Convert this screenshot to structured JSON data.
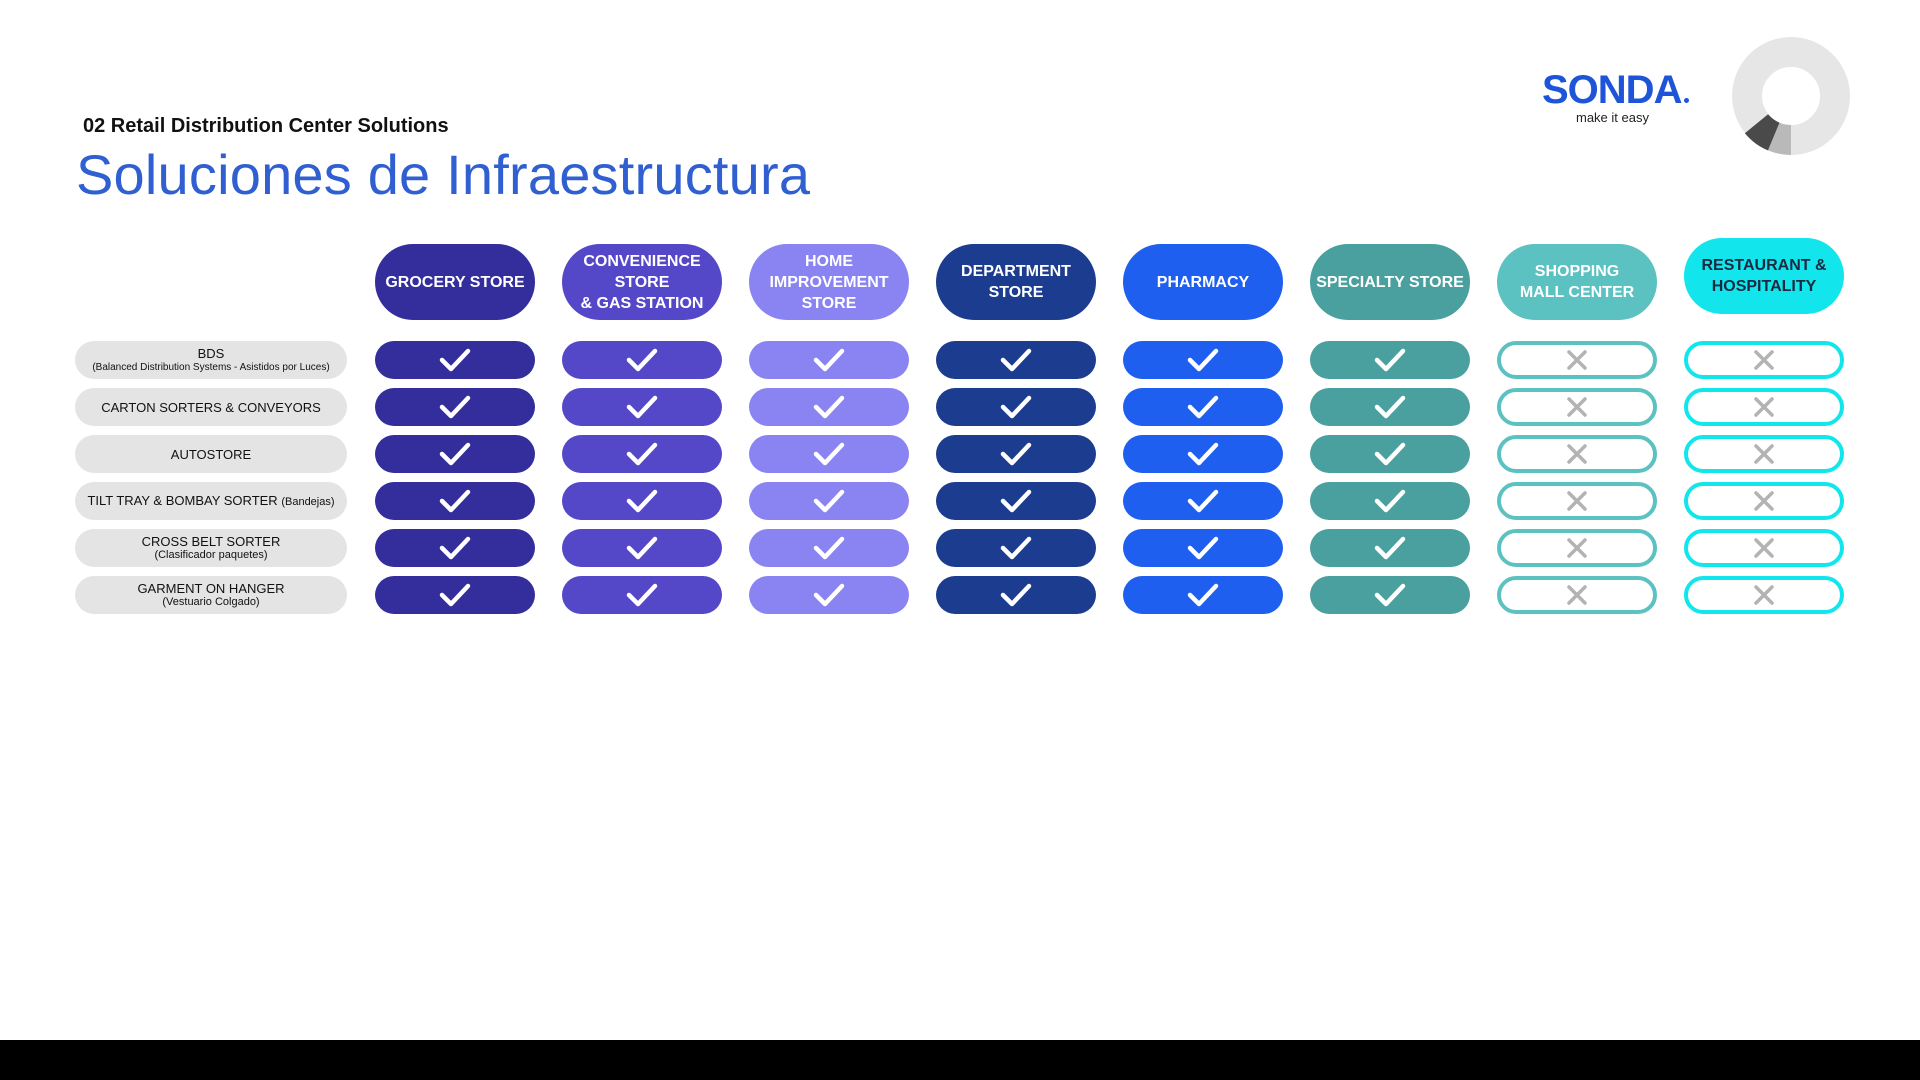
{
  "header": {
    "subtitle": "02 Retail Distribution Center Solutions",
    "title": "Soluciones de Infraestructura"
  },
  "logo": {
    "brand": "SONDA",
    "tagline": "make it easy",
    "brand_color": "#1e55d8"
  },
  "columns": [
    {
      "label": "GROCERY STORE",
      "color": "#342d9c"
    },
    {
      "label": "CONVENIENCE\nSTORE\n& GAS STATION",
      "color": "#5548c8"
    },
    {
      "label": "HOME\nIMPROVEMENT\nSTORE",
      "color": "#8a84f2"
    },
    {
      "label": "DEPARTMENT\nSTORE",
      "color": "#1c3d8f"
    },
    {
      "label": "PHARMACY",
      "color": "#1f5fef"
    },
    {
      "label": "SPECIALTY STORE",
      "color": "#4aa09e"
    },
    {
      "label": "SHOPPING\nMALL CENTER",
      "color": "#5cc1c1"
    },
    {
      "label": "RESTAURANT &\nHOSPITALITY",
      "color": "#12e6ec",
      "text_color": "#1a2a40"
    }
  ],
  "rows": [
    {
      "label": "BDS",
      "sub": "(Balanced Distribution Systems - Asistidos por Luces)",
      "support": [
        true,
        true,
        true,
        true,
        true,
        true,
        false,
        false
      ]
    },
    {
      "label": "CARTON SORTERS & CONVEYORS",
      "sub": "",
      "support": [
        true,
        true,
        true,
        true,
        true,
        true,
        false,
        false
      ]
    },
    {
      "label": "AUTOSTORE",
      "sub": "",
      "support": [
        true,
        true,
        true,
        true,
        true,
        true,
        false,
        false
      ]
    },
    {
      "label": "TILT TRAY & BOMBAY SORTER",
      "label_suffix": "(Bandejas)",
      "sub": "",
      "support": [
        true,
        true,
        true,
        true,
        true,
        true,
        false,
        false
      ]
    },
    {
      "label": "CROSS BELT SORTER",
      "sub": "(Clasificador paquetes)",
      "support": [
        true,
        true,
        true,
        true,
        true,
        true,
        false,
        false
      ]
    },
    {
      "label": "GARMENT ON HANGER",
      "sub": "(Vestuario Colgado)",
      "support": [
        true,
        true,
        true,
        true,
        true,
        true,
        false,
        false
      ]
    }
  ],
  "icons": {
    "yes": "check-icon",
    "no": "cross-icon",
    "cross_color": "#b3b3b3"
  }
}
